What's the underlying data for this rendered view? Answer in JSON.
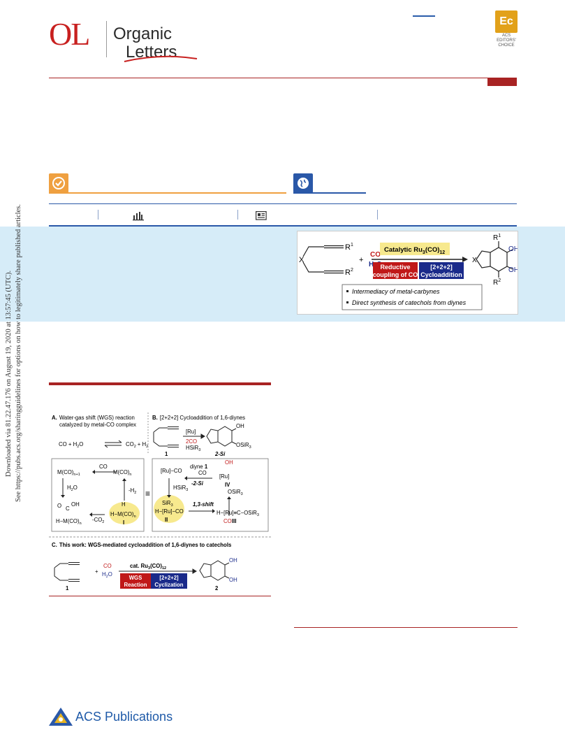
{
  "header": {
    "logo_short": "OL",
    "journal_line1": "Organic",
    "journal_line2": "Letters",
    "editors_choice_badge": "Ec",
    "editors_choice_text": "ACS\nEDITORS'\nCHOICE"
  },
  "watermark": {
    "line1": "Downloaded via 81.22.47.176 on August 19, 2020 at 13:57:45 (UTC).",
    "line2": "See https://pubs.acs.org/sharingguidelines for options on how to legitimately share published articles."
  },
  "icons": {
    "open_access": "checkmark-icon",
    "globe": "globe-icon",
    "metrics": "bar-chart-icon",
    "article": "article-icon"
  },
  "toc": {
    "r1": "R",
    "r1_sup": "1",
    "r2": "R",
    "r2_sup": "2",
    "x_label": "X",
    "plus": "+",
    "co": "CO",
    "h2o": "H",
    "h2o_sub": "2",
    "h2o_tail": "O",
    "catalyst": "Catalytic Ru",
    "catalyst_sub1": "3",
    "catalyst_mid": "(CO)",
    "catalyst_sub2": "12",
    "box_red_1": "Reductive",
    "box_red_2": "coupling of CO",
    "box_blue_1": "[2+2+2]",
    "box_blue_2": "Cycloaddition",
    "oh1": "OH",
    "oh2": "OH",
    "bullet1": "Intermediacy of metal-carbynes",
    "bullet2": "Direct synthesis of catechols from diynes"
  },
  "figure": {
    "a_title_bold": "A.",
    "a_title_1": "Water-gas shift (WGS) reaction",
    "a_title_2": "catalyzed by metal-CO complex",
    "a_eq_left": "CO  +  H",
    "a_eq_sub": "2",
    "a_eq_o": "O",
    "a_eq_right": "CO",
    "a_eq_right_sub": "2",
    "a_eq_right_tail": "+  H",
    "a_eq_right_sub2": "2",
    "b_title_bold": "B.",
    "b_title": "[2+2+2] Cycloaddition of 1,6-diynes",
    "b_ru": "[Ru]",
    "b_2co": "2CO",
    "b_hsir3": "HSiR",
    "b_sub3": "3",
    "b_label1": "1",
    "b_label2si": "2-Si",
    "b_oh": "OH",
    "b_osir3": "OSiR",
    "cycle_mco_n1": "M(CO)",
    "cycle_sub_n1": "n+1",
    "cycle_co": "CO",
    "cycle_mco_n": "M(CO)",
    "cycle_sub_n": "n",
    "cycle_h2o": "H",
    "cycle_h2o_tail": "O",
    "cycle_h2": "-H",
    "cycle_ocoh": "O",
    "cycle_c": "C",
    "cycle_oh": "OH",
    "cycle_hm": "H−M(CO)",
    "cycle_co2": "-CO",
    "cycle_hm2": "H−M(CO)",
    "cycle_h": "H",
    "cycle_i": "I",
    "equiv": "≡",
    "ru_co": "[Ru]−CO",
    "diyne1": "diyne",
    "diyne1_b": "1",
    "co_sm": "CO",
    "neg2si": "-2-Si",
    "oh_sm": "OH",
    "ru_iv": "[Ru]",
    "iv": "IV",
    "osir3_iv": "OSiR",
    "co_iv": "CO",
    "hsir3_b": "HSiR",
    "sir3_ii": "SiR",
    "h_ru_co": "H−[Ru]−CO",
    "ii": "II",
    "shift": "1,3-shift",
    "h_ru_c": "H−[Ru]≡C−OSiR",
    "iii": "III",
    "c_title_bold": "C.",
    "c_title": "This work: WGS-mediated cycloaddition of 1,6-diynes to catechols",
    "c_co": "CO",
    "c_h2o": "H",
    "c_plus": "+",
    "c_cat": "cat. Ru",
    "c_cat_sub": "3",
    "c_cat_mid": "(CO)",
    "c_cat_sub2": "12",
    "c_wgs1": "WGS",
    "c_wgs2": "Reaction",
    "c_cyc1": "[2+2+2]",
    "c_cyc2": "Cyclization",
    "c_label1": "1",
    "c_label2": "2",
    "c_oh1": "OH",
    "c_oh2": "OH"
  },
  "footer": {
    "publisher": "ACS Publications"
  },
  "colors": {
    "brand_red": "#a82323",
    "acs_blue": "#1f5aa8",
    "orange": "#efa040",
    "band_blue": "#d6ecf8",
    "highlight_yellow": "#f7e98e"
  }
}
